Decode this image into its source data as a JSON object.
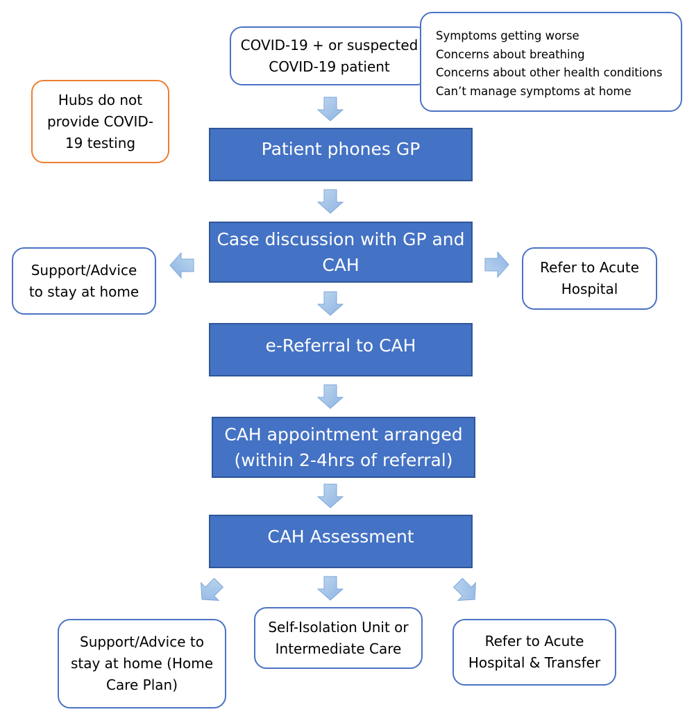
{
  "start": {
    "lines": [
      "COVID-19 + or suspected",
      "COVID-19 patient"
    ]
  },
  "symptoms": {
    "items": [
      "Symptoms getting worse",
      "Concerns about breathing",
      "Concerns about other health conditions",
      "Can’t manage symptoms at home"
    ]
  },
  "note": {
    "lines": [
      "Hubs do not",
      "provide COVID-",
      "19 testing"
    ]
  },
  "steps": {
    "phones": {
      "lines": [
        "Patient phones GP"
      ]
    },
    "discussion": {
      "lines": [
        "Case discussion with GP and",
        "CAH"
      ]
    },
    "ereferral": {
      "lines": [
        "e-Referral to CAH"
      ]
    },
    "appointment": {
      "lines": [
        "CAH appointment arranged",
        "(within 2-4hrs of referral)"
      ]
    },
    "assessment": {
      "lines": [
        "CAH Assessment"
      ]
    }
  },
  "side": {
    "left": {
      "lines": [
        "Support/Advice",
        "to stay at home"
      ]
    },
    "right": {
      "lines": [
        "Refer to Acute",
        "Hospital"
      ]
    }
  },
  "outcomes": {
    "home": {
      "lines": [
        "Support/Advice to",
        "stay at home (Home",
        "Care Plan)"
      ]
    },
    "isolation": {
      "lines": [
        "Self-Isolation Unit or",
        "Intermediate Care"
      ]
    },
    "hospital": {
      "lines": [
        "Refer to Acute",
        "Hospital & Transfer"
      ]
    }
  },
  "colors": {
    "box_fill": "#4472c4",
    "box_border": "#2f5597",
    "outline": "#4a72c4",
    "note_border": "#ed7d31",
    "arrow": "#9dc3e6"
  }
}
